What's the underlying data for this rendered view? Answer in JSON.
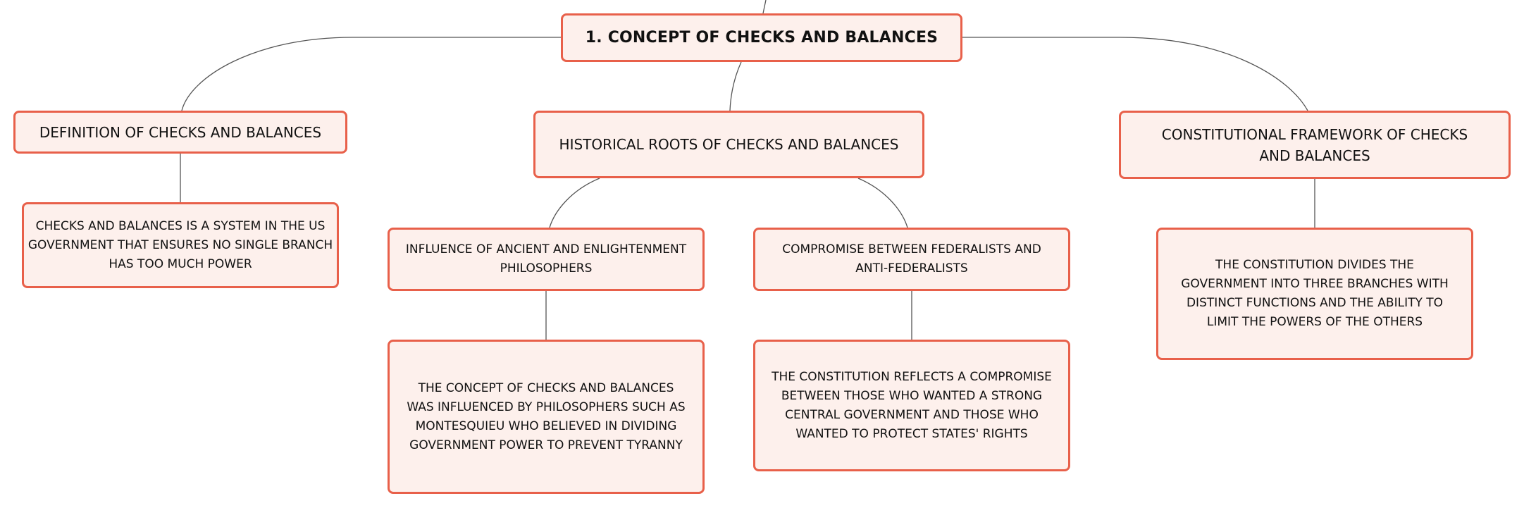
{
  "diagram": {
    "root": {
      "label": "1. CONCEPT OF CHECKS AND BALANCES"
    },
    "definition": {
      "label": "DEFINITION OF CHECKS AND BALANCES",
      "detail": "CHECKS AND BALANCES IS A SYSTEM IN THE US GOVERNMENT THAT ENSURES NO SINGLE BRANCH HAS TOO MUCH POWER"
    },
    "historical": {
      "label": "HISTORICAL ROOTS OF CHECKS AND BALANCES",
      "influence": {
        "label": "INFLUENCE OF ANCIENT AND ENLIGHTENMENT PHILOSOPHERS",
        "detail": "THE CONCEPT OF CHECKS AND BALANCES WAS INFLUENCED BY PHILOSOPHERS SUCH AS MONTESQUIEU WHO BELIEVED IN DIVIDING GOVERNMENT POWER TO PREVENT TYRANNY"
      },
      "compromise": {
        "label": "COMPROMISE BETWEEN FEDERALISTS AND ANTI-FEDERALISTS",
        "detail": "THE CONSTITUTION REFLECTS A COMPROMISE BETWEEN THOSE WHO WANTED A STRONG CENTRAL GOVERNMENT AND THOSE WHO WANTED TO PROTECT STATES' RIGHTS"
      }
    },
    "framework": {
      "label": "CONSTITUTIONAL FRAMEWORK OF CHECKS AND BALANCES",
      "detail": "THE CONSTITUTION DIVIDES THE GOVERNMENT INTO THREE BRANCHES WITH DISTINCT FUNCTIONS AND THE ABILITY TO LIMIT THE POWERS OF THE OTHERS"
    }
  },
  "colors": {
    "node_border": "#e8604a",
    "node_fill": "#fdf0ec",
    "connector": "#555555",
    "text": "#111111"
  }
}
